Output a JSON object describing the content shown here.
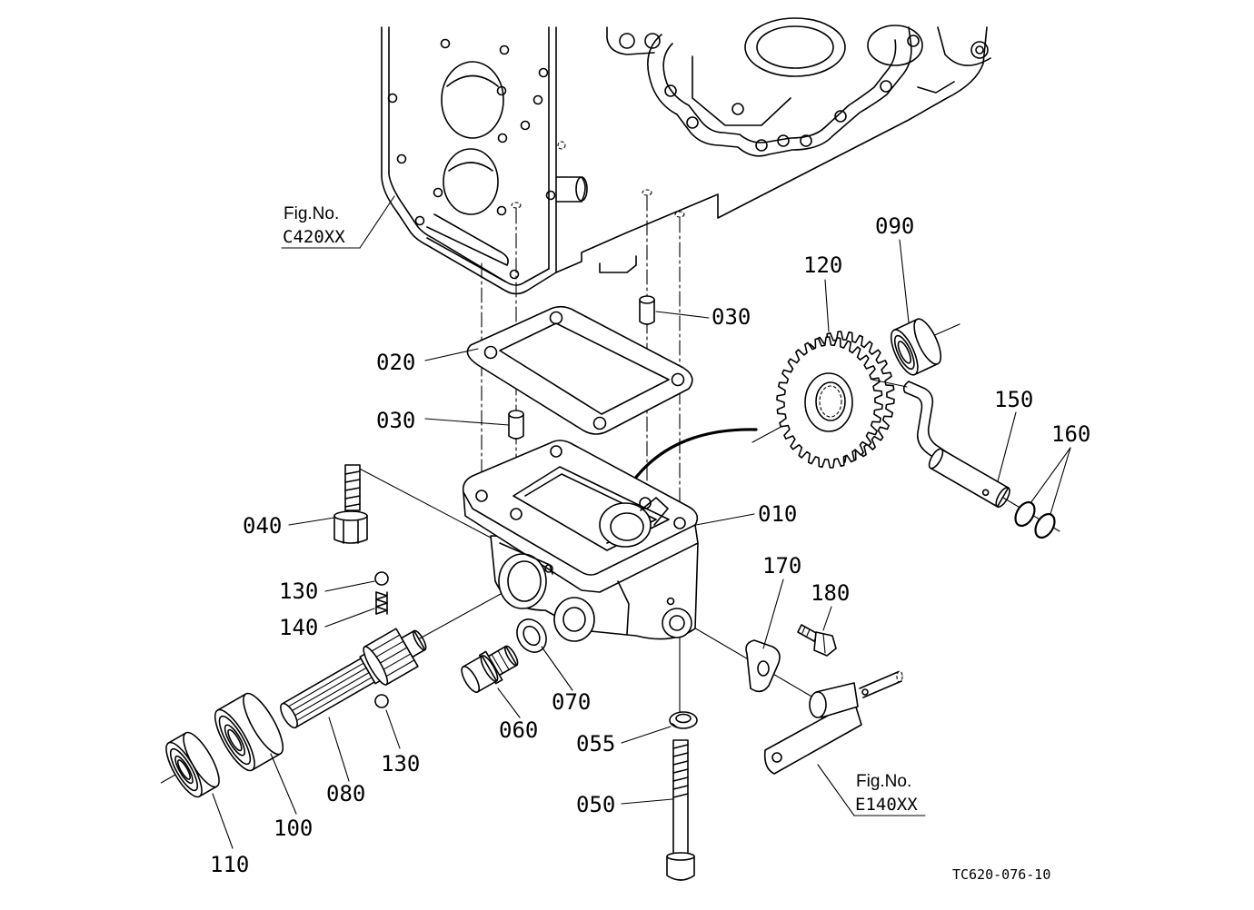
{
  "figure_refs": [
    {
      "line1": "Fig.No.",
      "line2": "C420XX"
    },
    {
      "line1": "Fig.No.",
      "line2": "E140XX"
    }
  ],
  "callouts": {
    "housing": "010",
    "gasket": "020",
    "pin_upper": "030",
    "pin_lower": "030",
    "plug_bolt": "040",
    "long_bolt": "050",
    "washer_055": "055",
    "plug": "060",
    "washer_070": "070",
    "shaft": "080",
    "bearing_090": "090",
    "bearing_100": "100",
    "bearing_110": "110",
    "gear": "120",
    "ball_upper": "130",
    "ball_lower": "130",
    "spring": "140",
    "crank_shaft": "150",
    "o_rings": "160",
    "plate": "170",
    "bolt_180": "180"
  },
  "drawing_id": "TC620-076-10"
}
